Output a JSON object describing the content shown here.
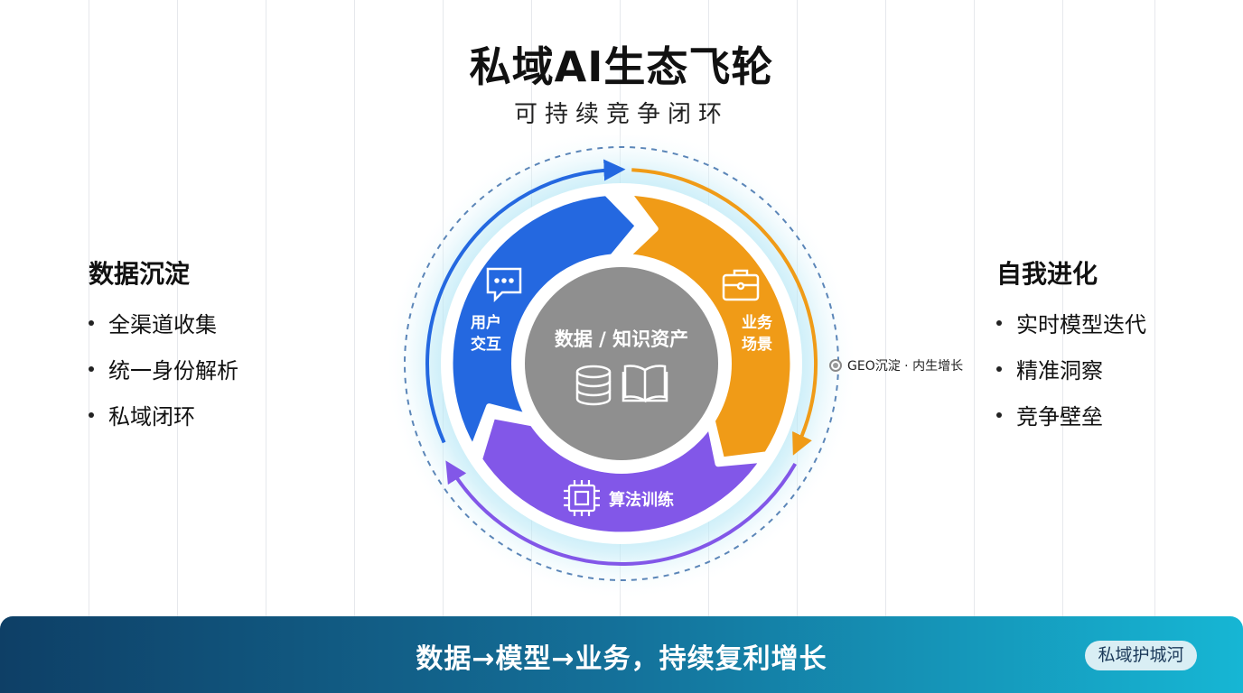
{
  "header": {
    "title": "私域AI生态飞轮",
    "subtitle": "可持续竞争闭环"
  },
  "left_panel": {
    "heading": "数据沉淀",
    "items": [
      "全渠道收集",
      "统一身份解析",
      "私域闭环"
    ]
  },
  "right_panel": {
    "heading": "自我进化",
    "items": [
      "实时模型迭代",
      "精准洞察",
      "竞争壁垒"
    ]
  },
  "wheel": {
    "center_label": "数据 / 知识资产",
    "segments": [
      {
        "label_line1": "用户",
        "label_line2": "交互",
        "icon": "chat-bubble-icon",
        "color": "#2468e0"
      },
      {
        "label_line1": "业务",
        "label_line2": "场景",
        "icon": "briefcase-icon",
        "color": "#f09b17"
      },
      {
        "label": "算法训练",
        "icon": "chip-icon",
        "color": "#8257e8"
      }
    ],
    "center_color": "#8f8f8f",
    "annotation": "GEO沉淀 · 内生增长"
  },
  "banner": {
    "text": "数据→模型→业务，持续复利增长",
    "badge": "私域护城河"
  }
}
